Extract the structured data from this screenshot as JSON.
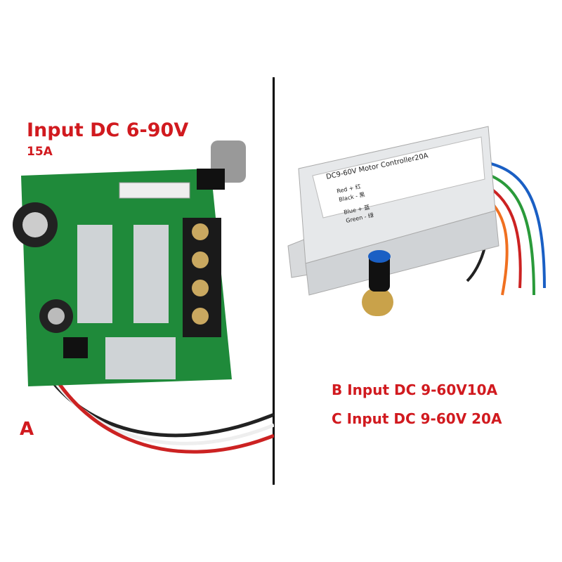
{
  "product_a": {
    "title": "Input DC 6-90V",
    "subtitle": "15A",
    "letter": "A"
  },
  "product_b": {
    "line": "B  Input DC 9-60V10A"
  },
  "product_c": {
    "line": "C Input DC 9-60V 20A"
  },
  "controller_label": {
    "model": "DC9-60V Motor Controller20A",
    "wires": [
      "Red + 红",
      "Black - 黑",
      "Blue + 蓝",
      "Green - 绿"
    ]
  },
  "colors": {
    "label_red": "#d11a1f",
    "pcb_green": "#1f8a3a",
    "housing": "#e6e8ea"
  }
}
